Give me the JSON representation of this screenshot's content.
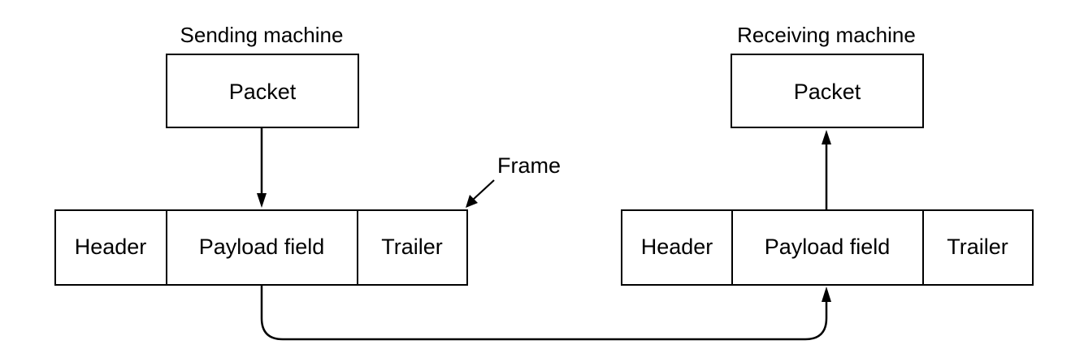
{
  "sender": {
    "title": "Sending machine",
    "packet_label": "Packet",
    "frame": {
      "header": "Header",
      "payload": "Payload field",
      "trailer": "Trailer"
    }
  },
  "receiver": {
    "title": "Receiving machine",
    "packet_label": "Packet",
    "frame": {
      "header": "Header",
      "payload": "Payload field",
      "trailer": "Trailer"
    }
  },
  "frame_callout": "Frame"
}
